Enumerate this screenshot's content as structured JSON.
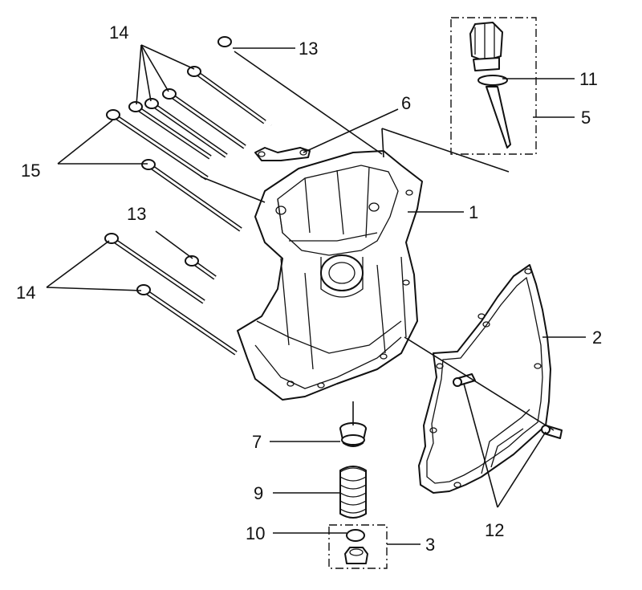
{
  "diagram": {
    "callouts": [
      {
        "id": "c1",
        "text": "1"
      },
      {
        "id": "c2",
        "text": "2"
      },
      {
        "id": "c3",
        "text": "3"
      },
      {
        "id": "c5",
        "text": "5"
      },
      {
        "id": "c6",
        "text": "6"
      },
      {
        "id": "c7",
        "text": "7"
      },
      {
        "id": "c9",
        "text": "9"
      },
      {
        "id": "c10",
        "text": "10"
      },
      {
        "id": "c11",
        "text": "11"
      },
      {
        "id": "c12",
        "text": "12"
      },
      {
        "id": "c13a",
        "text": "13"
      },
      {
        "id": "c13b",
        "text": "13"
      },
      {
        "id": "c14a",
        "text": "14"
      },
      {
        "id": "c14b",
        "text": "14"
      },
      {
        "id": "c15",
        "text": "15"
      }
    ]
  }
}
